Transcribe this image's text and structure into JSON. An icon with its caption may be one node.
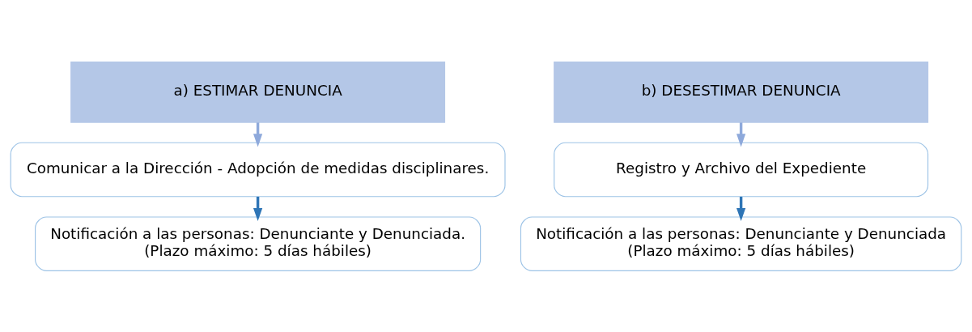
{
  "diagram": {
    "nodes": [
      {
        "text": [
          "a) ESTIMAR DENUNCIA"
        ]
      },
      {
        "text": [
          "Comunicar a la Dirección - Adopción de medidas disciplinares."
        ]
      },
      {
        "text": [
          "Notificación a las personas: Denunciante y Denunciada.",
          "(Plazo máximo: 5 días hábiles)"
        ]
      },
      {
        "text": [
          "b) DESESTIMAR DENUNCIA"
        ]
      },
      {
        "text": [
          "Registro y Archivo del Expediente"
        ]
      },
      {
        "text": [
          "Notificación a las personas: Denunciante y Denunciada",
          "(Plazo máximo: 5 días hábiles)"
        ]
      }
    ],
    "edges": [
      {
        "from": 0,
        "to": 1,
        "arrow": "to",
        "color": "#8ea9db"
      },
      {
        "from": 1,
        "to": 2,
        "arrow": "to",
        "color": "#2e75b6"
      },
      {
        "from": 3,
        "to": 4,
        "arrow": "to",
        "color": "#8ea9db"
      },
      {
        "from": 4,
        "to": 5,
        "arrow": "to",
        "color": "#2e75b6"
      }
    ]
  }
}
